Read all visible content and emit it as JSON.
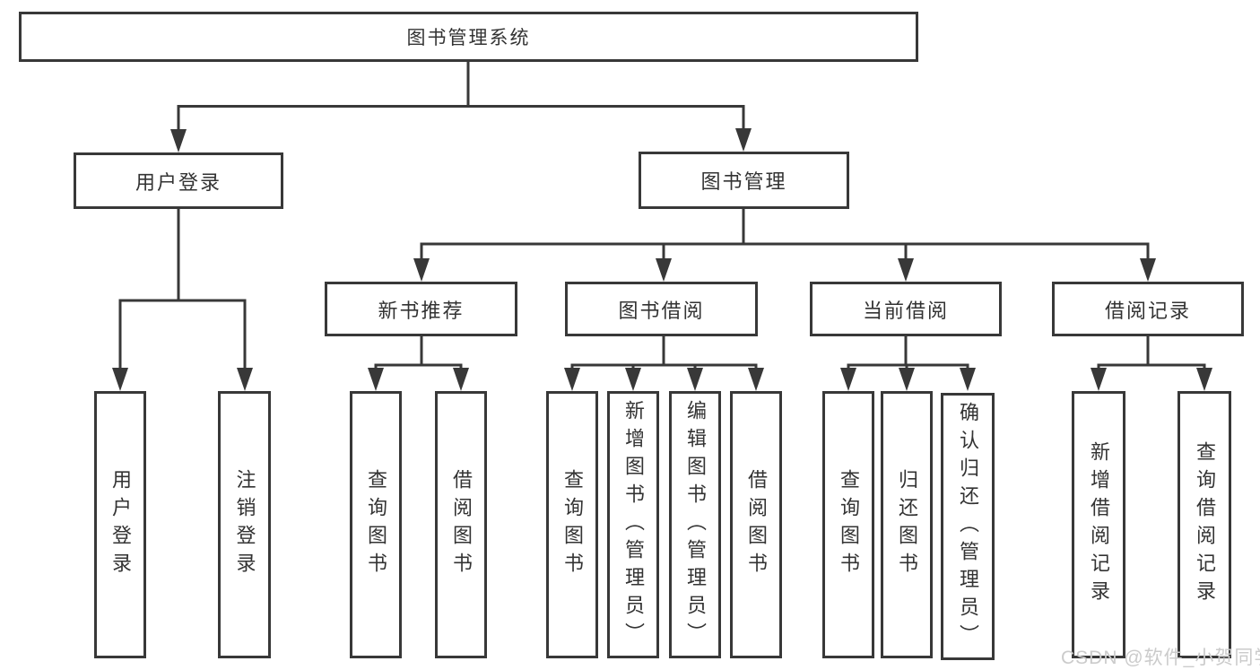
{
  "nodes": {
    "root": "图书管理系统",
    "l2": [
      "用户登录",
      "图书管理"
    ],
    "l3": [
      "新书推荐",
      "图书借阅",
      "当前借阅",
      "借阅记录"
    ],
    "l4": {
      "login": [
        "用户登录",
        "注销登录"
      ],
      "recommend": [
        "查询图书",
        "借阅图书"
      ],
      "borrow": [
        "查询图书",
        "新增图书（管理员）",
        "编辑图书（管理员）",
        "借阅图书"
      ],
      "current": [
        "查询图书",
        "归还图书",
        "确认归还（管理员）"
      ],
      "records": [
        "新增借阅记录",
        "查询借阅记录"
      ]
    }
  },
  "watermark": "CSDN @软件_小贺同学",
  "colors": {
    "line": "#383838",
    "text": "#333333",
    "background": "#ffffff",
    "watermark": "#cbcbcb"
  }
}
